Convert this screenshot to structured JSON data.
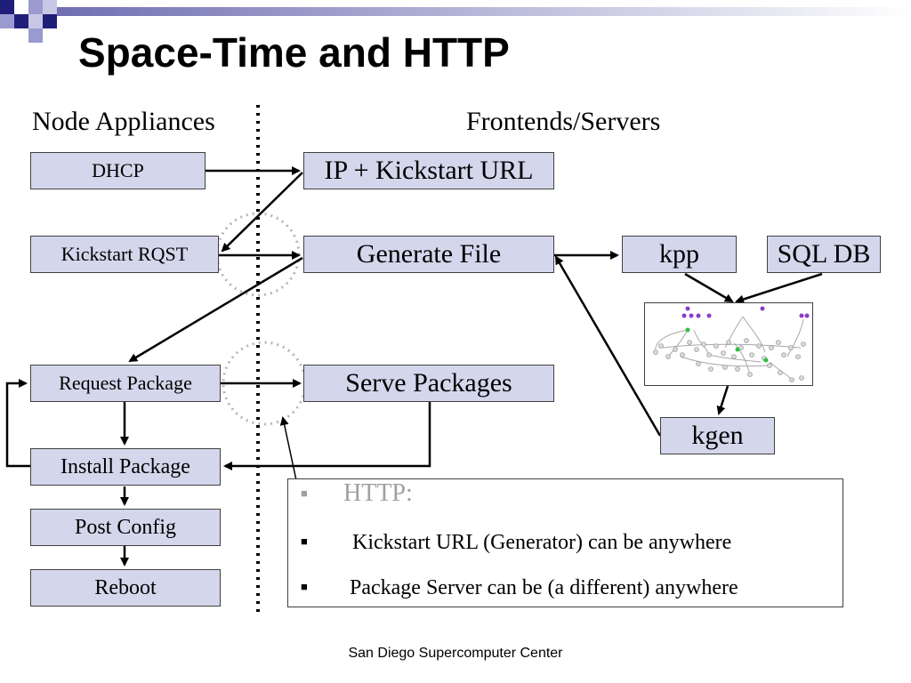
{
  "title": "Space-Time and HTTP",
  "columns": {
    "left": "Node Appliances",
    "right": "Frontends/Servers"
  },
  "node_steps": {
    "dhcp": "DHCP",
    "kickstart_rqst": "Kickstart RQST",
    "request_package": "Request Package",
    "install_package": "Install Package",
    "post_config": "Post Config",
    "reboot": "Reboot"
  },
  "server_steps": {
    "ip_kickstart_url": "IP + Kickstart URL",
    "generate_file": "Generate File",
    "serve_packages": "Serve Packages",
    "kpp": "kpp",
    "sql_db": "SQL DB",
    "kgen": "kgen"
  },
  "note": {
    "heading": "HTTP:",
    "bullets": [
      "Kickstart URL (Generator) can be anywhere",
      "Package Server can be (a different) anywhere"
    ]
  },
  "footer": "San Diego Supercomputer Center",
  "colors": {
    "box_fill": "#d4d7ec",
    "accent_navy": "#1f1f7a",
    "accent_lavender": "#9a9ad0",
    "note_heading": "#a0a0a0"
  }
}
